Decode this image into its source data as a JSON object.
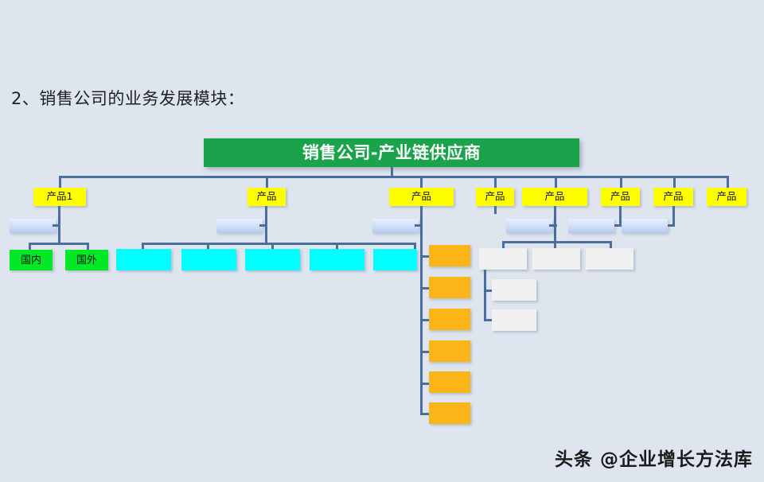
{
  "slide": {
    "background_color": "#dee5ef",
    "heading": "2、销售公司的业务发展模块：",
    "watermark": "头条 @企业增长方法库"
  },
  "colors": {
    "root_green": "#1aa34a",
    "node_yellow": "#ffff00",
    "node_green": "#00e924",
    "node_cyan": "#00ffff",
    "node_orange": "#fbb517",
    "node_white": "#f0f0f0",
    "node_bluebar": "#cfddf6",
    "connector": "#4a6f9e",
    "heading_text": "#1d2024"
  },
  "chart_data": {
    "type": "diagram",
    "title": "销售公司-产业链供应商",
    "root": {
      "label": "销售公司-产业链供应商",
      "color": "#1aa34a"
    },
    "level1": [
      {
        "label": "产品1",
        "color": "#ffff00"
      },
      {
        "label": "产品",
        "color": "#ffff00"
      },
      {
        "label": "产品",
        "color": "#ffff00"
      },
      {
        "label": "产品",
        "color": "#ffff00"
      },
      {
        "label": "产品",
        "color": "#ffff00"
      },
      {
        "label": "产品",
        "color": "#ffff00"
      },
      {
        "label": "产品",
        "color": "#ffff00"
      },
      {
        "label": "产品",
        "color": "#ffff00"
      }
    ],
    "level2_labeled": [
      {
        "label": "国内",
        "color": "#00e924"
      },
      {
        "label": "国外",
        "color": "#00e924"
      }
    ],
    "blank_groups": [
      {
        "name": "cyan-row",
        "count": 5,
        "color": "#00ffff"
      },
      {
        "name": "orange-col",
        "count": 6,
        "color": "#fbb517"
      },
      {
        "name": "white-row",
        "count": 3,
        "color": "#f0f0f0"
      },
      {
        "name": "white-stack",
        "count": 2,
        "color": "#f0f0f0"
      },
      {
        "name": "blue-bars",
        "count": 6,
        "color": "#cfddf6"
      }
    ]
  },
  "root": {
    "label": "销售公司-产业链供应商"
  },
  "products": {
    "p1": "产品1",
    "p2": "产品",
    "p3": "产品",
    "p4": "产品",
    "p5": "产品",
    "p6": "产品",
    "p7": "产品",
    "p8": "产品"
  },
  "regions": {
    "domestic": "国内",
    "overseas": "国外"
  }
}
